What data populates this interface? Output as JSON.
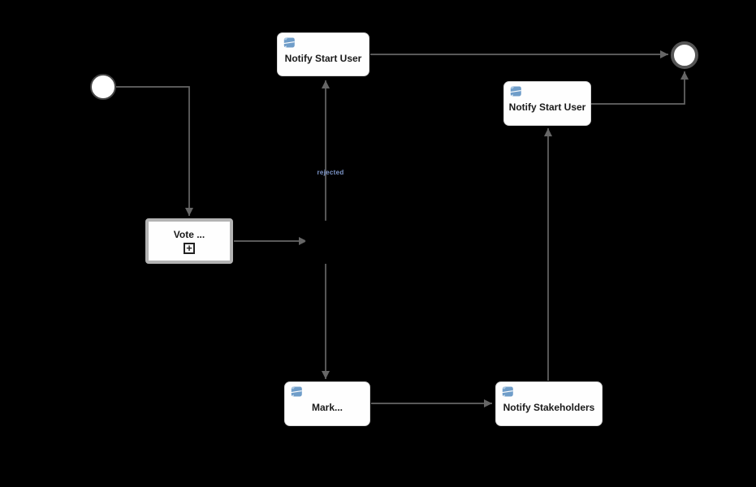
{
  "diagram": {
    "nodes": {
      "start_event": {
        "type": "start-event"
      },
      "notify_start_user_top": {
        "label": "Notify Start User",
        "type": "script-task"
      },
      "vote": {
        "label": "Vote ...",
        "marker": "+",
        "type": "collapsed-subprocess"
      },
      "gateway": {
        "type": "gateway"
      },
      "mark": {
        "label": "Mark...",
        "type": "script-task"
      },
      "notify_stakeholders": {
        "label": "Notify Stakeholders",
        "type": "script-task"
      },
      "notify_start_user_right": {
        "label": "Notify Start User",
        "type": "script-task"
      },
      "end_event": {
        "type": "end-event"
      }
    },
    "edge_labels": {
      "rejected": "rejected"
    }
  },
  "colors": {
    "background": "#000000",
    "task_fill": "#fefefe",
    "task_border": "#d8d8d8",
    "subprocess_border": "#b3b3b3",
    "connector": "#666666",
    "event_fill": "#ffffff",
    "start_event_stroke": "#444444",
    "end_event_stroke": "#555555",
    "script_icon_blue": "#6f9dc9",
    "edge_label_blue": "#7d96c9",
    "text": "#1a1a1a",
    "gateway_fill": "#000000"
  }
}
